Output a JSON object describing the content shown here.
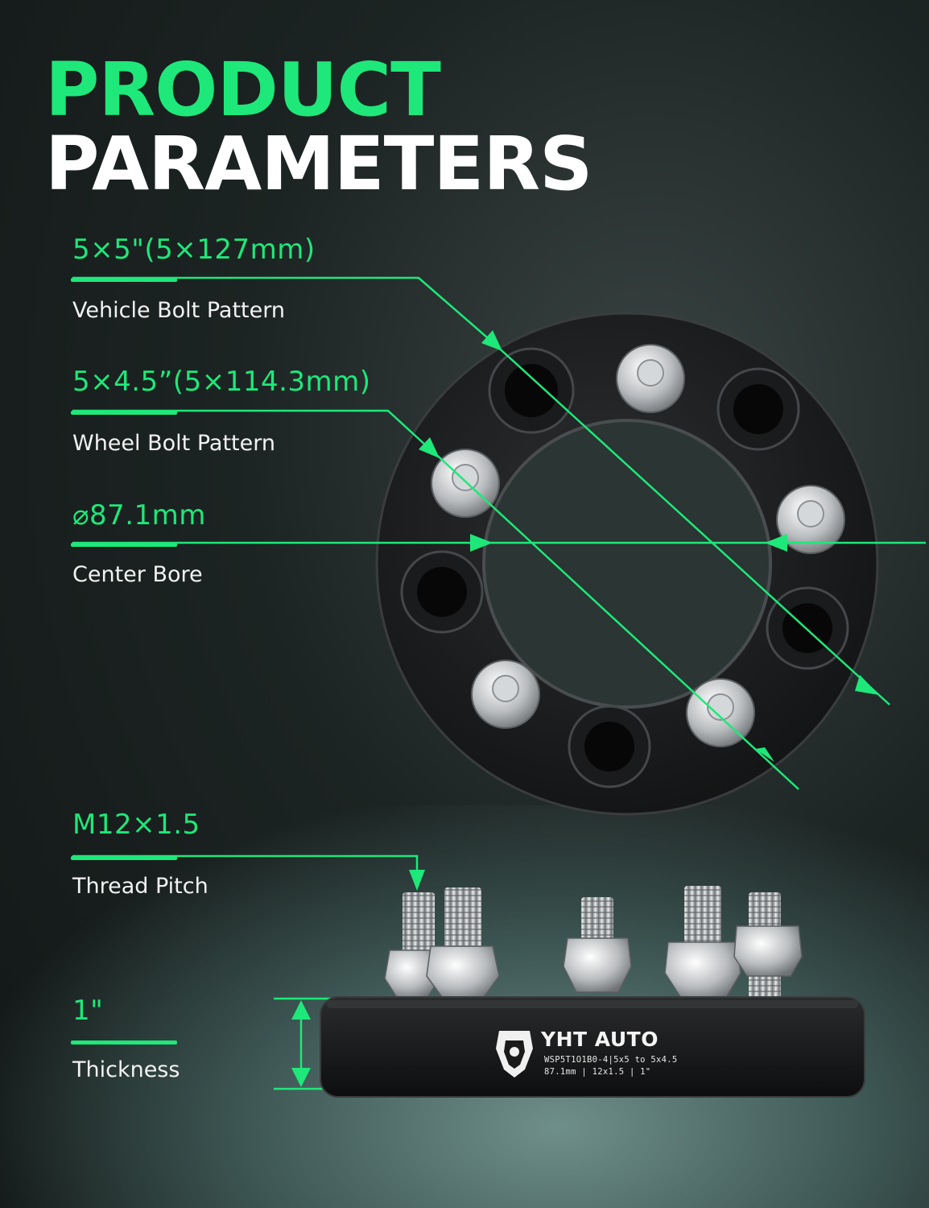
{
  "header": {
    "line1": "PRODUCT",
    "line2": "PARAMETERS"
  },
  "specs": [
    {
      "value": "5×5\"(5×127mm)",
      "label": "Vehicle Bolt Pattern"
    },
    {
      "value": "5×4.5”(5×114.3mm)",
      "label": "Wheel Bolt Pattern"
    },
    {
      "value": "⌀87.1mm",
      "label": "Center Bore"
    },
    {
      "value": "M12×1.5",
      "label": "Thread Pitch"
    },
    {
      "value": "1\"",
      "label": "Thickness"
    }
  ],
  "product": {
    "brand": "YHT AUTO",
    "code_line1": "WSP5T1O1B0-4|5x5 to 5x4.5",
    "code_line2": "87.1mm  | 12x1.5 |  1\""
  },
  "colors": {
    "accent": "#1ee87a",
    "text": "#ffffff",
    "spacer": "#161616"
  },
  "icons": [
    "lion-logo-icon",
    "arrow-icon"
  ]
}
